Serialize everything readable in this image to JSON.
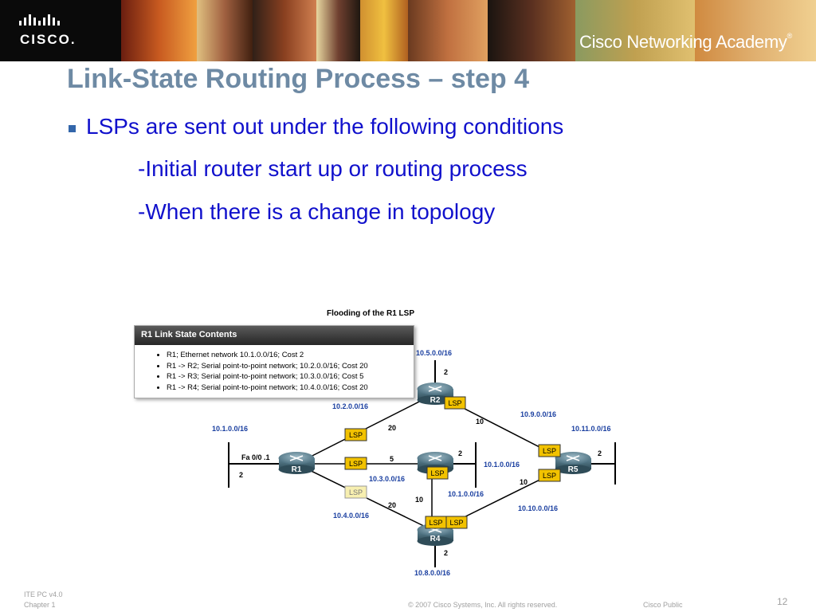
{
  "header": {
    "brand": "CISCO.",
    "academy": "Cisco Networking Academy",
    "academy_mark": "®"
  },
  "slide": {
    "title": "Link-State Routing Process – step 4",
    "bullet": "LSPs are sent out under the following conditions",
    "sub1": "-Initial router start up or routing process",
    "sub2": "-When there is a change in topology"
  },
  "figure": {
    "title": "Flooding of the R1 LSP",
    "lsp_box": {
      "header": "R1 Link State Contents",
      "items": [
        "R1; Ethernet network 10.1.0.0/16; Cost 2",
        "R1 -> R2; Serial point-to-point network; 10.2.0.0/16; Cost 20",
        "R1 -> R3; Serial point-to-point network; 10.3.0.0/16; Cost 5",
        "R1 -> R4; Serial point-to-point network; 10.4.0.0/16; Cost 20"
      ]
    },
    "routers": {
      "r1": "R1",
      "r2": "R2",
      "r4": "R4",
      "r5": "R5"
    },
    "lsp_label": "LSP",
    "networks": {
      "n1": "10.1.0.0/16",
      "n2": "10.2.0.0/16",
      "n3": "10.3.0.0/16",
      "n4": "10.4.0.0/16",
      "n5": "10.5.0.0/16",
      "n8": "10.8.0.0/16",
      "n9": "10.9.0.0/16",
      "n10": "10.10.0.0/16",
      "n11": "10.11.0.0/16",
      "n6a": "10.1.0.0/16",
      "n6b": "10.1.0.0/16"
    },
    "costs": {
      "r1_lan": "2",
      "r1_r2": "20",
      "r1_r3": "5",
      "r1_r4": "20",
      "r2_lan": "2",
      "r2_r5": "10",
      "r3_lan": "2",
      "r3_r4": "10",
      "r4_lan": "2",
      "r4_r5": "10",
      "r5_lan": "2"
    },
    "fa_label": "Fa 0/0 .1"
  },
  "footer": {
    "version": "ITE PC v4.0",
    "chapter": "Chapter 1",
    "copyright": "© 2007 Cisco Systems, Inc. All rights reserved.",
    "classification": "Cisco Public",
    "page": "12"
  },
  "colors": {
    "title": "#6e8aa4",
    "body_text": "#1111cc",
    "network_label": "#1a3fa0",
    "lsp_yellow": "#f2c200"
  }
}
